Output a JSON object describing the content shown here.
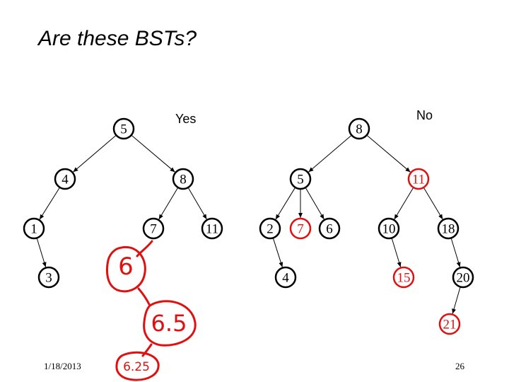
{
  "slide": {
    "title": "Are these BSTs?",
    "date": "1/18/2013",
    "page_number": "26"
  },
  "colors": {
    "normal": "#000000",
    "violation": "#e01010",
    "ink": "#e01010"
  },
  "trees": [
    {
      "id": "left",
      "verdict": "Yes",
      "nodes": [
        {
          "id": "L5",
          "label": "5",
          "status": "normal"
        },
        {
          "id": "L4",
          "label": "4",
          "status": "normal"
        },
        {
          "id": "L8",
          "label": "8",
          "status": "normal"
        },
        {
          "id": "L1",
          "label": "1",
          "status": "normal"
        },
        {
          "id": "L7",
          "label": "7",
          "status": "normal"
        },
        {
          "id": "L11",
          "label": "11",
          "status": "normal"
        },
        {
          "id": "L3",
          "label": "3",
          "status": "normal"
        }
      ],
      "edges": [
        [
          "L5",
          "L4"
        ],
        [
          "L5",
          "L8"
        ],
        [
          "L4",
          "L1"
        ],
        [
          "L1",
          "L3"
        ],
        [
          "L8",
          "L7"
        ],
        [
          "L8",
          "L11"
        ]
      ]
    },
    {
      "id": "right",
      "verdict": "No",
      "nodes": [
        {
          "id": "R8",
          "label": "8",
          "status": "normal"
        },
        {
          "id": "R5",
          "label": "5",
          "status": "normal"
        },
        {
          "id": "R11",
          "label": "11",
          "status": "violation"
        },
        {
          "id": "R2",
          "label": "2",
          "status": "normal"
        },
        {
          "id": "R7",
          "label": "7",
          "status": "violation"
        },
        {
          "id": "R6",
          "label": "6",
          "status": "normal"
        },
        {
          "id": "R10",
          "label": "10",
          "status": "normal"
        },
        {
          "id": "R18",
          "label": "18",
          "status": "normal"
        },
        {
          "id": "R4",
          "label": "4",
          "status": "normal"
        },
        {
          "id": "R15",
          "label": "15",
          "status": "violation"
        },
        {
          "id": "R20",
          "label": "20",
          "status": "normal"
        },
        {
          "id": "R21",
          "label": "21",
          "status": "violation"
        }
      ],
      "edges": [
        [
          "R8",
          "R5"
        ],
        [
          "R8",
          "R11"
        ],
        [
          "R5",
          "R2"
        ],
        [
          "R5",
          "R7"
        ],
        [
          "R5",
          "R6"
        ],
        [
          "R2",
          "R4"
        ],
        [
          "R11",
          "R10"
        ],
        [
          "R11",
          "R18"
        ],
        [
          "R10",
          "R15"
        ],
        [
          "R18",
          "R20"
        ],
        [
          "R20",
          "R21"
        ]
      ]
    }
  ],
  "annotations": [
    {
      "id": "ink6",
      "label": "6"
    },
    {
      "id": "ink65",
      "label": "6.5"
    },
    {
      "id": "ink625",
      "label": "6.25"
    }
  ]
}
